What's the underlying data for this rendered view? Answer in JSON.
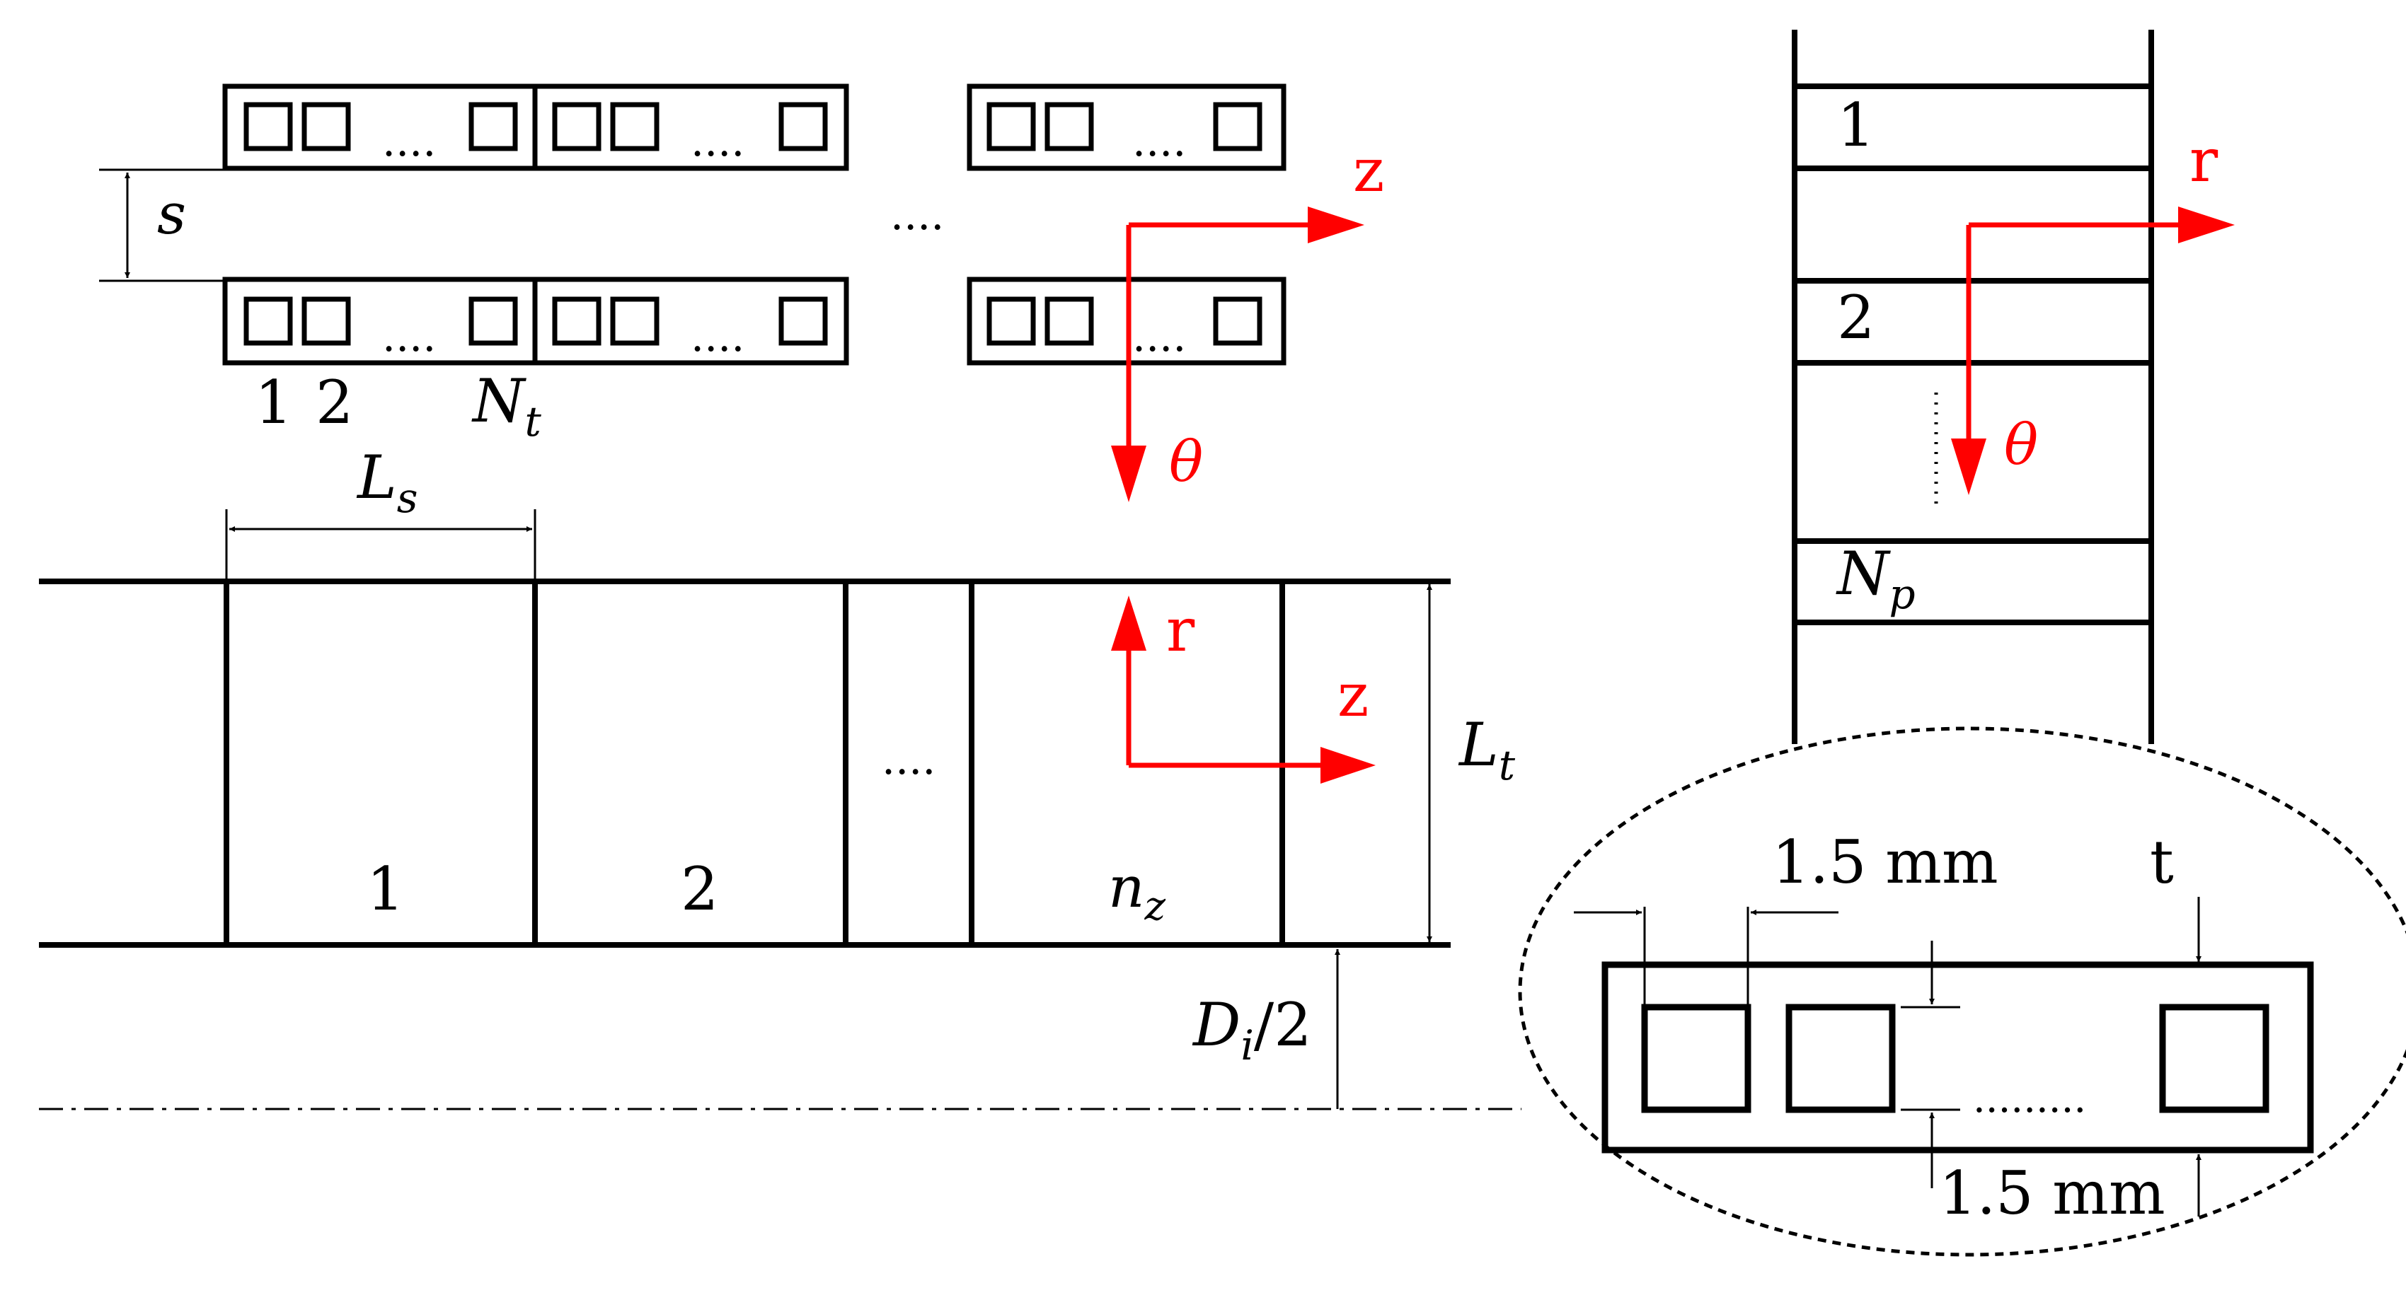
{
  "colors": {
    "line": "#000000",
    "axis": "#ff0000",
    "background": "#ffffff"
  },
  "top_view": {
    "spacing_symbol": "s",
    "ellipsis_between_groups": "....",
    "ellipsis_in_strip": "....",
    "turn_labels": [
      "1",
      "2"
    ],
    "turn_count_symbol": "N",
    "turn_count_subscript": "t",
    "axis_z": "z",
    "axis_theta": "θ"
  },
  "side_view": {
    "section_length_symbol": "L",
    "section_length_subscript": "s",
    "section_labels": [
      "1",
      "2"
    ],
    "last_section_symbol": "n",
    "last_section_subscript": "z",
    "ellipsis": "....",
    "thickness_symbol": "L",
    "thickness_subscript": "t",
    "inner_radius_symbol": "D",
    "inner_radius_subscript": "i",
    "inner_radius_suffix": "/2",
    "axis_r": "r",
    "axis_z": "z"
  },
  "end_view": {
    "layer_labels": [
      "1",
      "2"
    ],
    "layer_count_symbol": "N",
    "layer_count_subscript": "p",
    "axis_r": "r",
    "axis_theta": "θ"
  },
  "detail": {
    "pitch_label": "1.5 mm",
    "thickness_label": "t",
    "height_label": "1.5 mm",
    "ellipsis": "........."
  }
}
